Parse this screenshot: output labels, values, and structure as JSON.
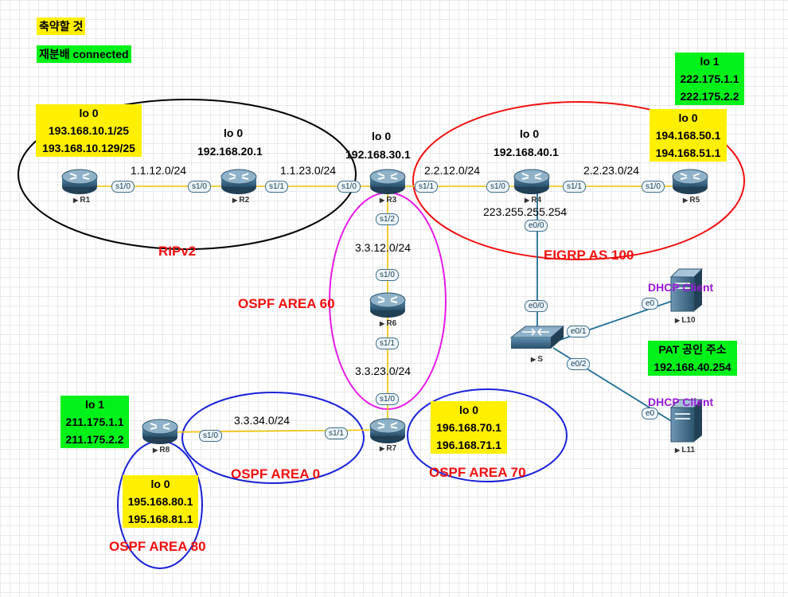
{
  "legend": {
    "summarize": "축약할 것",
    "redistribute": "재분배 connected"
  },
  "areas": {
    "rip": "RIPv2",
    "eigrp": "EIGRP AS 100",
    "ospf60": "OSPF AREA 60",
    "ospf0": "OSPF AREA 0",
    "ospf70": "OSPF AREA 70",
    "ospf80": "OSPF AREA 80"
  },
  "routers": {
    "r1": "R1",
    "r2": "R2",
    "r3": "R3",
    "r4": "R4",
    "r5": "R5",
    "r6": "R6",
    "r7": "R7",
    "r8": "R8",
    "s": "S",
    "l10": "L10",
    "l11": "L11"
  },
  "loopbacks": {
    "r1": {
      "name": "lo 0",
      "lines": [
        "193.168.10.1/25",
        "193.168.10.129/25"
      ]
    },
    "r2": {
      "name": "lo 0",
      "lines": [
        "192.168.20.1"
      ]
    },
    "r3": {
      "name": "lo 0",
      "lines": [
        "192.168.30.1"
      ]
    },
    "r4": {
      "name": "lo 0",
      "lines": [
        "192.168.40.1"
      ]
    },
    "r5_lo1": {
      "name": "lo 1",
      "lines": [
        "222.175.1.1",
        "222.175.2.2"
      ]
    },
    "r5_lo0": {
      "name": "lo 0",
      "lines": [
        "194.168.50.1",
        "194.168.51.1"
      ]
    },
    "r7": {
      "name": "lo 0",
      "lines": [
        "196.168.70.1",
        "196.168.71.1"
      ]
    },
    "r8_lo1": {
      "name": "lo 1",
      "lines": [
        "211.175.1.1",
        "211.175.2.2"
      ]
    },
    "r8_lo0": {
      "name": "lo 0",
      "lines": [
        "195.168.80.1",
        "195.168.81.1"
      ]
    }
  },
  "links": {
    "r1_r2": "1.1.12.0/24",
    "r2_r3": "1.1.23.0/24",
    "r3_r4": "2.2.12.0/24",
    "r4_r5": "2.2.23.0/24",
    "r4_ext": "223.255.255.254",
    "r3_r6": "3.3.12.0/24",
    "r6_r7": "3.3.23.0/24",
    "r8_r7": "3.3.34.0/24"
  },
  "interfaces": {
    "r1_s10": "s1/0",
    "r2_s10": "s1/0",
    "r2_s11": "s1/1",
    "r3_s10": "s1/0",
    "r3_s11": "s1/1",
    "r4_s10": "s1/0",
    "r4_s11": "s1/1",
    "r5_s10": "s1/0",
    "r3_s12": "s1/2",
    "r6_s10": "s1/0",
    "r6_s11": "s1/1",
    "r7_s10": "s1/0",
    "r7_s11": "s1/1",
    "r8_s10": "s1/0",
    "r4_e00": "e0/0",
    "s_e00": "e0/0",
    "s_e01": "e0/1",
    "s_e02": "e0/2",
    "l10_e0": "e0",
    "l11_e0": "e0"
  },
  "clients": {
    "l10": "DHCP Client",
    "l11": "DHCP Client"
  },
  "pat": {
    "title": "PAT 공인 주소",
    "address": "192.168.40.254"
  },
  "colors": {
    "yellow": "#ffef00",
    "green": "#00f21a",
    "red": "#f01010",
    "purple": "#9a1ad8",
    "blue": "#1a22d8",
    "magenta": "#e81ae8",
    "link": "#f2c200"
  }
}
